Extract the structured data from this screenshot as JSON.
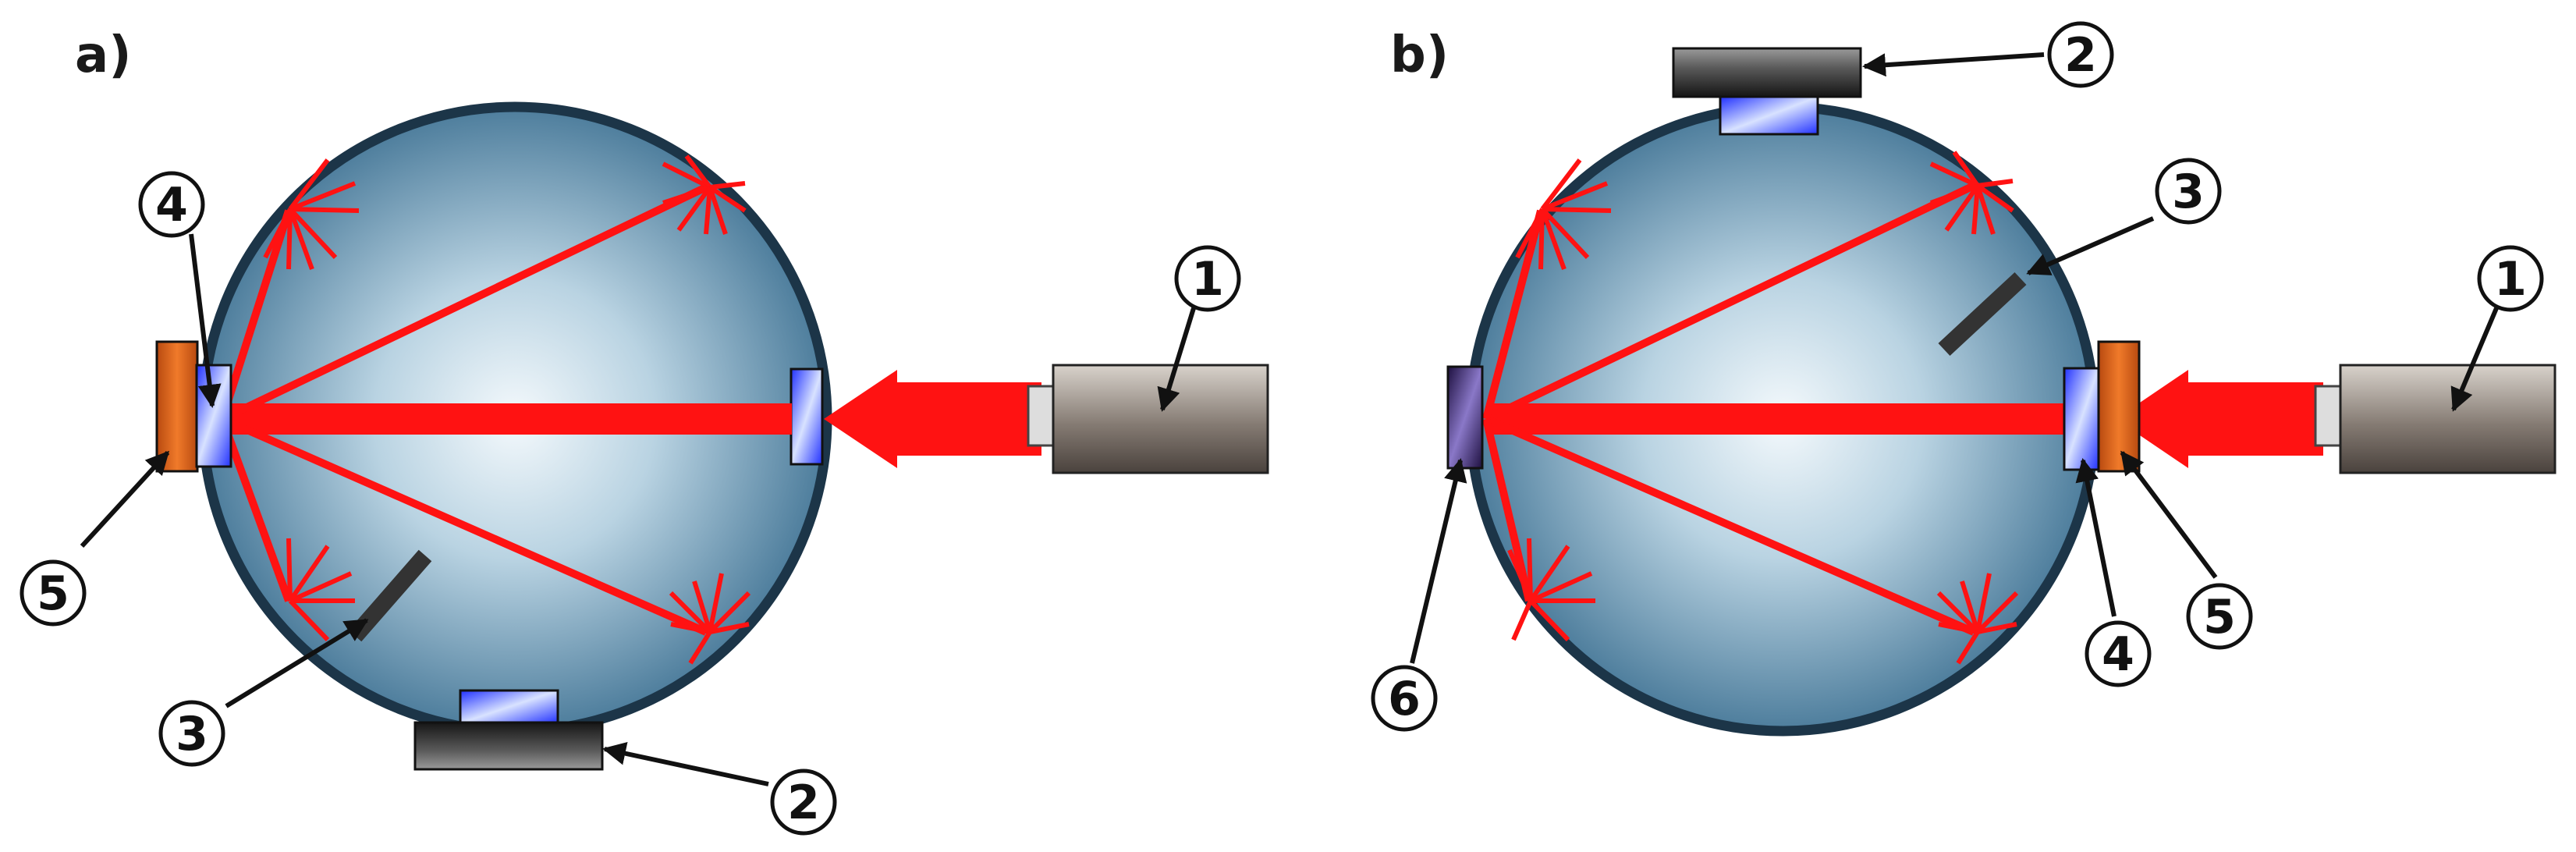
{
  "panels": [
    {
      "label": "a)",
      "callouts": [
        "1",
        "2",
        "3",
        "4",
        "5"
      ]
    },
    {
      "label": "b)",
      "callouts": [
        "1",
        "2",
        "3",
        "4",
        "5",
        "6"
      ]
    }
  ],
  "colors": {
    "sphere_center": "#f2f8fb",
    "sphere_edge": "#4a7a99",
    "sphere_outline": "#1c3548",
    "beam": "#ff1212",
    "window_blue": "#2a3bff",
    "filter_orange": "#d85a14",
    "detector_dark": "#2a2a2a",
    "laser_body": "#857b73",
    "baffle": "#333333",
    "port_dark_purple": "#2b1b5e"
  },
  "icons": [
    "laser-source-icon",
    "detector-icon",
    "baffle-icon",
    "window-icon",
    "filter-icon",
    "integrating-sphere-icon",
    "beam-arrow-icon"
  ]
}
